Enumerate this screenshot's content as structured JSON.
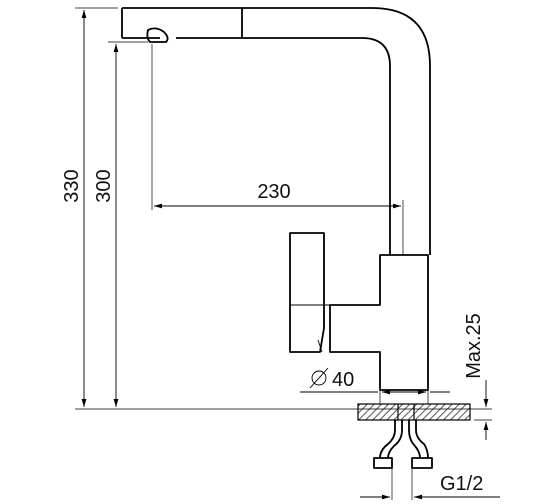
{
  "dimensions": {
    "total_height": "330",
    "spout_height": "300",
    "spout_reach": "230",
    "base_diameter": "40",
    "max_mount_thickness": "Max.25",
    "thread": "G1/2"
  },
  "colors": {
    "line": "#000000",
    "background": "#ffffff",
    "section_hatch": "#555555"
  }
}
